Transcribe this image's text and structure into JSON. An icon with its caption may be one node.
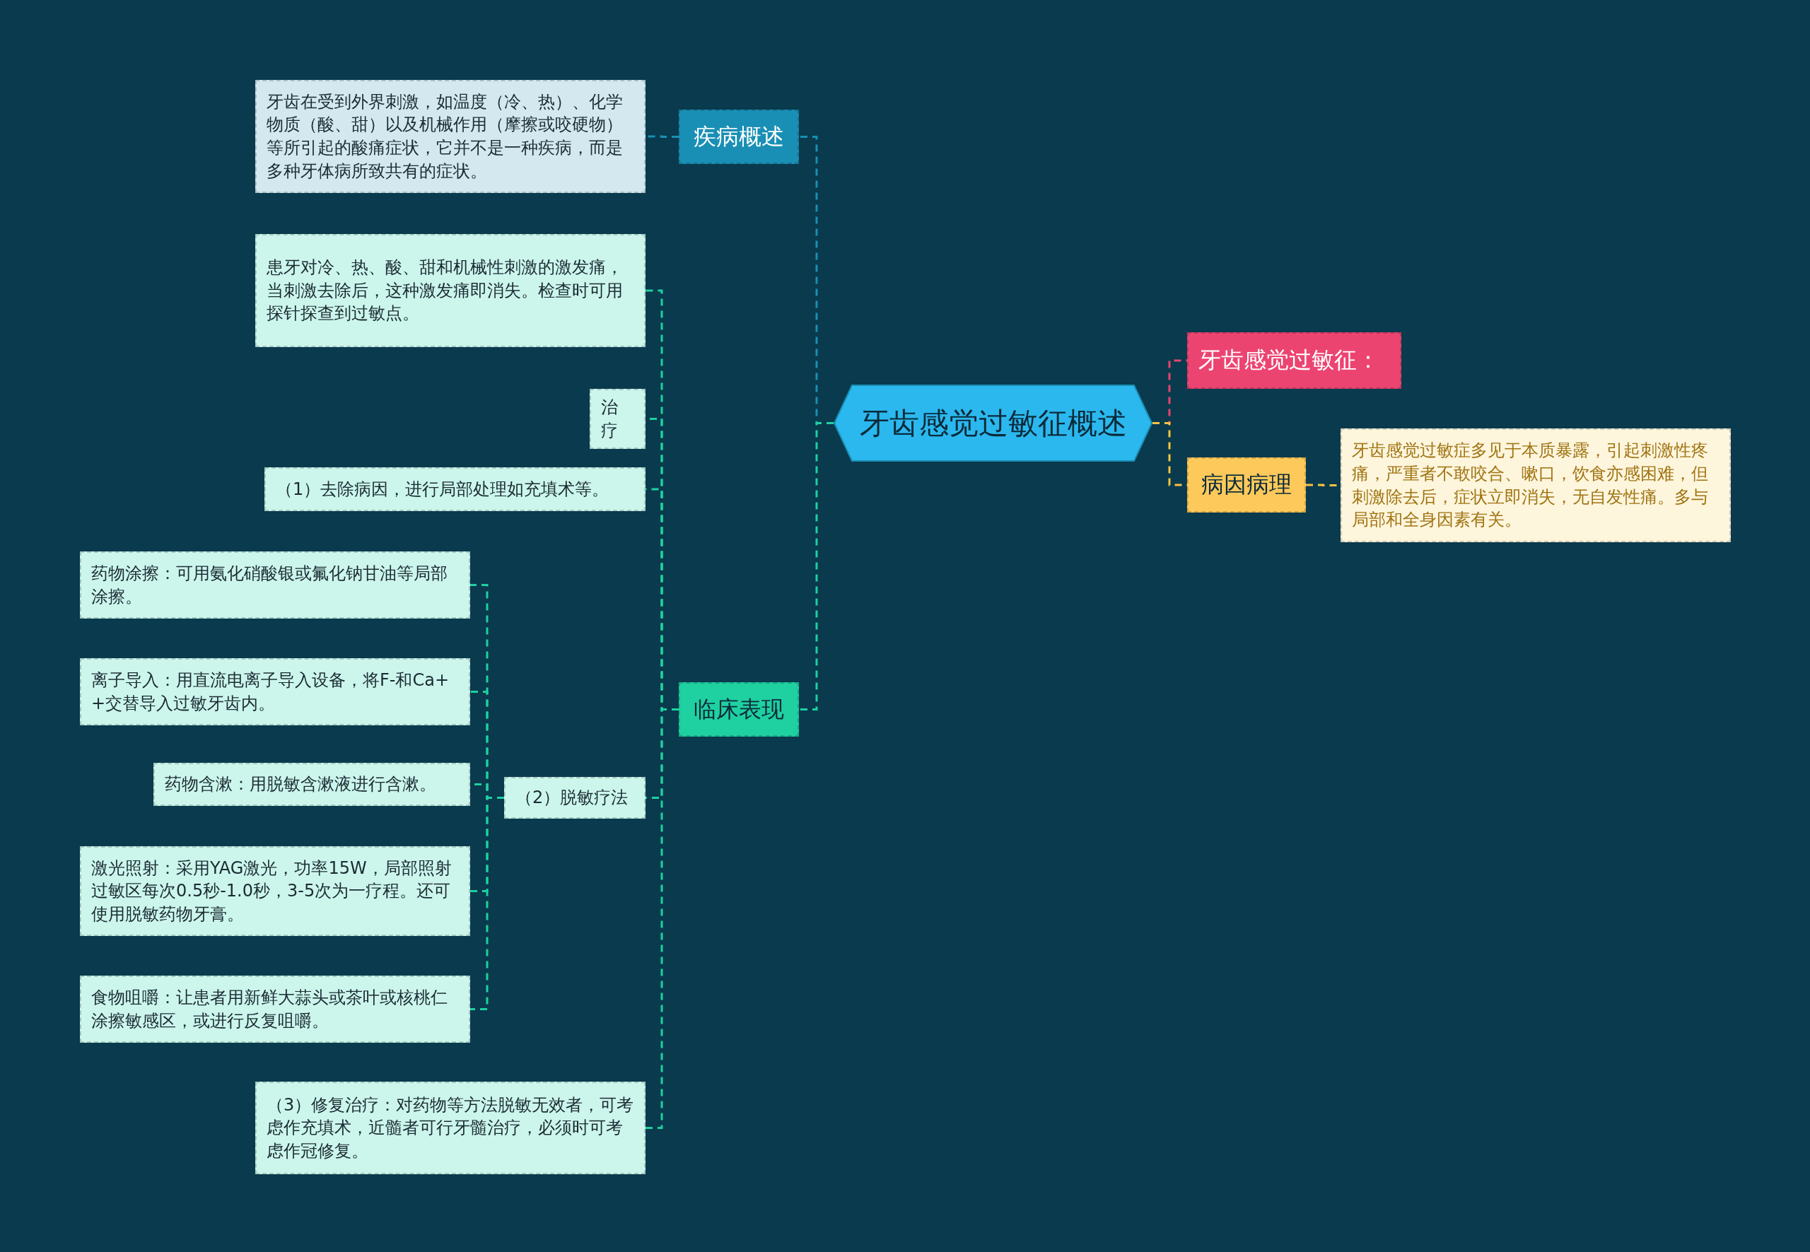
{
  "diagram": {
    "nodes": [
      {
        "text": [
          "牙齿感觉过敏征概述"
        ]
      },
      {
        "text": [
          "疾病概述"
        ]
      },
      {
        "text": [
          "牙齿在受到外界刺激，如温度（冷、热）、化学物质（酸、甜）以及机械作用（摩擦或咬硬物）等所引起的酸痛症状，它并不是一种疾病，而是多种牙体病所致共有的症状。"
        ]
      },
      {
        "text": [
          "临床表现"
        ]
      },
      {
        "text": [
          "患牙对冷、热、酸、甜和机械性刺激的激发痛，当刺激去除后，这种激发痛即消失。检查时可用探针探查到过敏点。"
        ]
      },
      {
        "text": [
          "治疗"
        ]
      },
      {
        "text": [
          "（1）去除病因，进行局部处理如充填术等。"
        ]
      },
      {
        "text": [
          "（2）脱敏疗法"
        ]
      },
      {
        "text": [
          "药物涂擦：可用氨化硝酸银或氟化钠甘油等局部涂擦。"
        ]
      },
      {
        "text": [
          "离子导入：用直流电离子导入设备，将F-和Ca++交替导入过敏牙齿内。"
        ]
      },
      {
        "text": [
          "药物含漱：用脱敏含漱液进行含漱。"
        ]
      },
      {
        "text": [
          "激光照射：采用YAG激光，功率15W，局部照射过敏区每次0.5秒-1.0秒，3-5次为一疗程。还可使用脱敏药物牙膏。"
        ]
      },
      {
        "text": [
          "食物咀嚼：让患者用新鲜大蒜头或茶叶或核桃仁涂擦敏感区，或进行反复咀嚼。"
        ]
      },
      {
        "text": [
          "（3）修复治疗：对药物等方法脱敏无效者，可考虑作充填术，近髓者可行牙髓治疗，必须时可考虑作冠修复。"
        ]
      },
      {
        "text": [
          "牙齿感觉过敏征："
        ]
      },
      {
        "text": [
          "病因病理"
        ]
      },
      {
        "text": [
          "牙齿感觉过敏症多见于本质暴露，引起刺激性疼痛，严重者不敢咬合、嗽口，饮食亦感困难，但刺激除去后，症状立即消失，无自发性痛。多与局部和全身因素有关。"
        ]
      }
    ],
    "edges": [
      {
        "from": 0,
        "to": 1,
        "arrow": "none",
        "style": "dashed",
        "color": "#1a8fb5"
      },
      {
        "from": 1,
        "to": 2,
        "arrow": "none",
        "style": "dashed",
        "color": "#1a8fb5"
      },
      {
        "from": 0,
        "to": 3,
        "arrow": "none",
        "style": "dashed"
      },
      {
        "from": 3,
        "to": 4,
        "arrow": "none",
        "style": "dashed"
      },
      {
        "from": 3,
        "to": 5,
        "arrow": "none",
        "style": "dashed"
      },
      {
        "from": 3,
        "to": 6,
        "arrow": "none",
        "style": "dashed"
      },
      {
        "from": 3,
        "to": 7,
        "arrow": "none",
        "style": "dashed"
      },
      {
        "from": 7,
        "to": 8,
        "arrow": "none",
        "style": "dashed"
      },
      {
        "from": 7,
        "to": 9,
        "arrow": "none",
        "style": "dashed"
      },
      {
        "from": 7,
        "to": 10,
        "arrow": "none",
        "style": "dashed"
      },
      {
        "from": 7,
        "to": 11,
        "arrow": "none",
        "style": "dashed"
      },
      {
        "from": 7,
        "to": 12,
        "arrow": "none",
        "style": "dashed"
      },
      {
        "from": 3,
        "to": 13,
        "arrow": "none",
        "style": "dashed"
      },
      {
        "from": 0,
        "to": 14,
        "arrow": "none",
        "style": "dashed",
        "color": "#e8456f"
      },
      {
        "from": 0,
        "to": 15,
        "arrow": "none",
        "style": "dashed",
        "color": "#f5c342"
      },
      {
        "from": 15,
        "to": 16,
        "arrow": "none",
        "style": "dashed",
        "color": "#f5c342"
      }
    ]
  }
}
